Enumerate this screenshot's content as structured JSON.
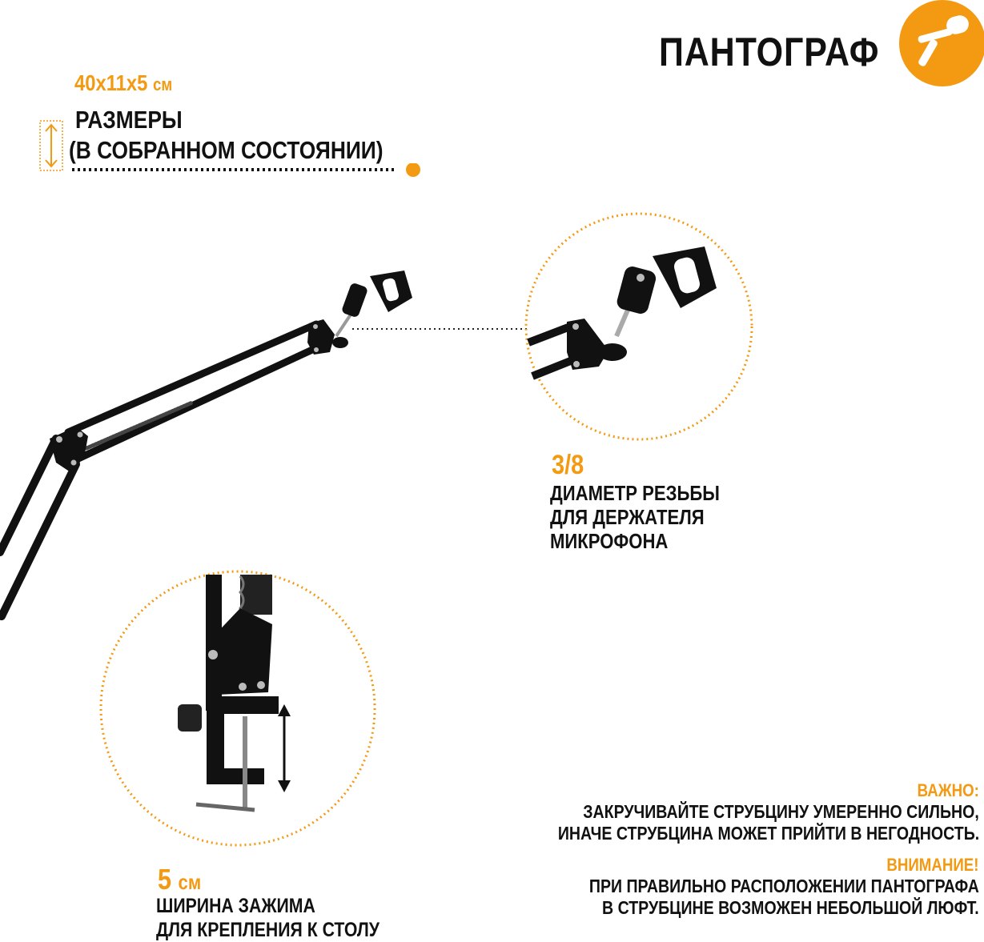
{
  "brand": {
    "title": "ПАНТОГРАФ",
    "logo_icon": "microphone-icon",
    "accent_color": "#f39a12"
  },
  "dimensions": {
    "value": "40x11x5",
    "unit": "см",
    "label_line1": "РАЗМЕРЫ",
    "label_line2": "(В СОБРАННОМ СОСТОЯНИИ)",
    "icon": "vertical-arrow-icon"
  },
  "thread": {
    "value": "3/8",
    "line1": "ДИАМЕТР РЕЗЬБЫ",
    "line2": "ДЛЯ ДЕРЖАТЕЛЯ",
    "line3": "МИКРОФОНА"
  },
  "clamp": {
    "value": "5",
    "unit": "см",
    "line1": "ШИРИНА ЗАЖИМА",
    "line2": "ДЛЯ КРЕПЛЕНИЯ К СТОЛУ"
  },
  "notes": {
    "important_title": "ВАЖНО:",
    "important_line1": "ЗАКРУЧИВАЙТЕ СТРУБЦИНУ УМЕРЕННО СИЛЬНО,",
    "important_line2": "ИНАЧЕ СТРУБЦИНА МОЖЕТ ПРИЙТИ В НЕГОДНОСТЬ.",
    "attention_title": "ВНИМАНИЕ!",
    "attention_line1": "ПРИ ПРАВИЛЬНО РАСПОЛОЖЕНИИ ПАНТОГРАФА",
    "attention_line2": "В СТРУБЦИНЕ ВОЗМОЖЕН НЕБОЛЬШОЙ ЛЮФТ."
  }
}
